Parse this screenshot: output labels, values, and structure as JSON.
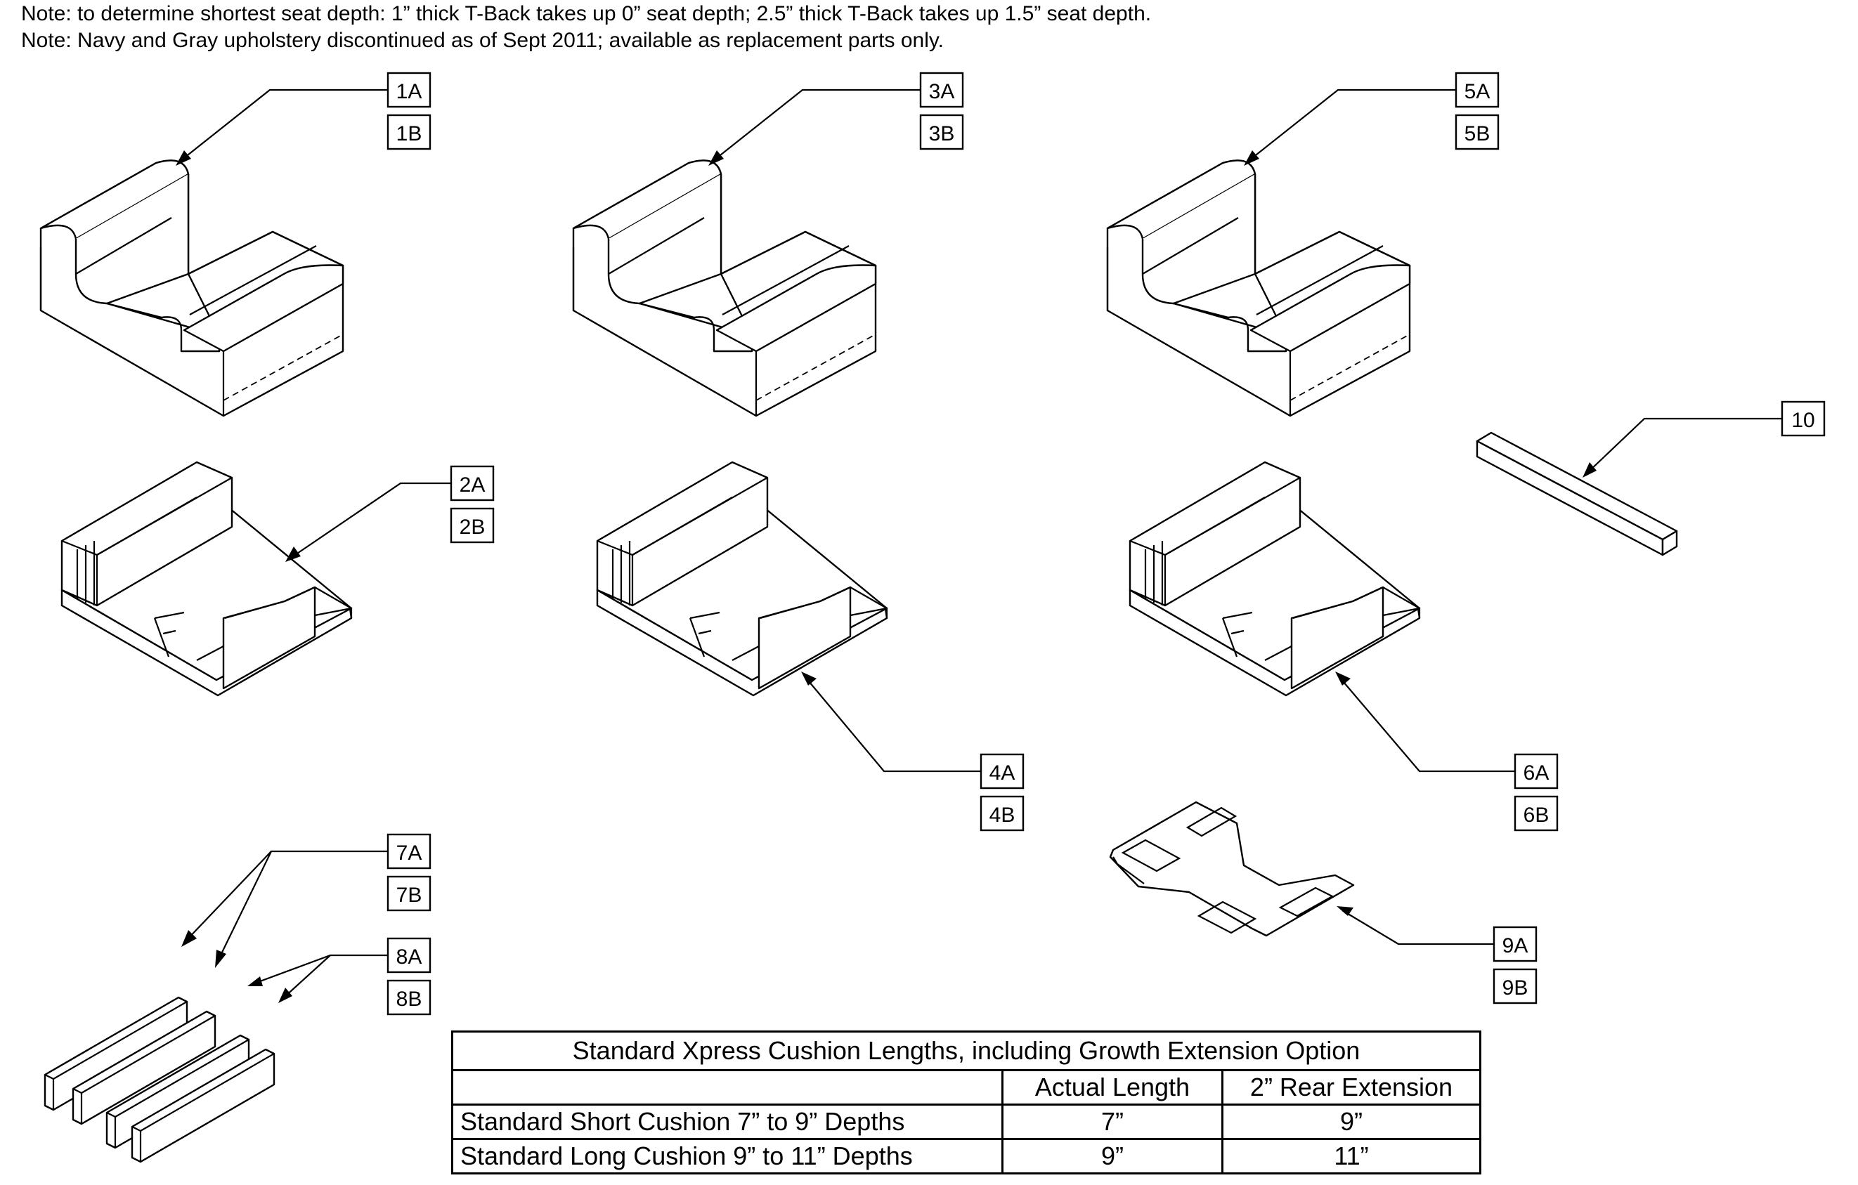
{
  "notes": [
    "Note: to determine shortest seat depth: 1” thick T-Back takes up 0” seat depth; 2.5” thick T-Back takes up 1.5” seat depth.",
    "Note: Navy and Gray upholstery discontinued as of Sept 2011; available as replacement parts only."
  ],
  "callouts": {
    "c1a": "1A",
    "c1b": "1B",
    "c3a": "3A",
    "c3b": "3B",
    "c5a": "5A",
    "c5b": "5B",
    "c2a": "2A",
    "c2b": "2B",
    "c4a": "4A",
    "c4b": "4B",
    "c6a": "6A",
    "c6b": "6B",
    "c10": "10",
    "c7a": "7A",
    "c7b": "7B",
    "c8a": "8A",
    "c8b": "8B",
    "c9a": "9A",
    "c9b": "9B"
  },
  "table": {
    "title": "Standard Xpress Cushion Lengths, including Growth Extension Option",
    "headers": [
      "",
      "Actual Length",
      "2” Rear Extension"
    ],
    "rows": [
      [
        "Standard Short Cushion 7” to 9” Depths",
        "7”",
        "9”"
      ],
      [
        "Standard Long Cushion 9” to 11” Depths",
        "9”",
        "11”"
      ]
    ]
  }
}
